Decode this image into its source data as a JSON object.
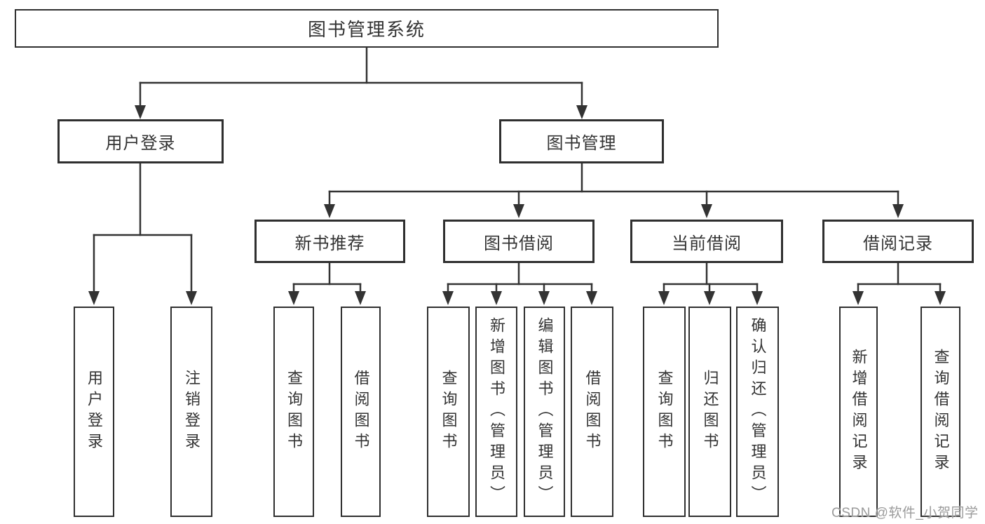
{
  "diagram": {
    "root": "图书管理系统",
    "level2": {
      "user_login": "用户登录",
      "book_management": "图书管理"
    },
    "level3": {
      "new_book_recommendation": "新书推荐",
      "book_borrowing": "图书借阅",
      "current_borrowing": "当前借阅",
      "borrowing_records": "借阅记录"
    },
    "leaves": {
      "user_login": "用户登录",
      "logout": "注销登录",
      "rec_query_books": "查询图书",
      "rec_borrow_books": "借阅图书",
      "bor_query_books": "查询图书",
      "bor_add_books_admin": "新增图书（管理员）",
      "bor_edit_books_admin": "编辑图书（管理员）",
      "bor_borrow_books": "借阅图书",
      "cur_query_books": "查询图书",
      "cur_return_books": "归还图书",
      "cur_confirm_return_admin": "确认归还（管理员）",
      "log_add_borrow_record": "新增借阅记录",
      "log_query_borrow_record": "查询借阅记录"
    }
  },
  "watermark": "CSDN @软件_小贺同学",
  "colors": {
    "line": "#333333",
    "border": "#2f2f2f",
    "text": "#333333",
    "background": "#ffffff",
    "watermark": "#9b9b9b"
  }
}
